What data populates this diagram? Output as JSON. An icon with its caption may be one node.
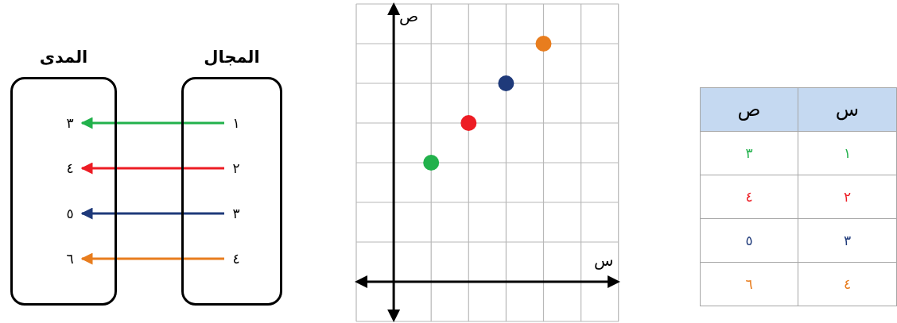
{
  "diagram": {
    "nodes": [
      {
        "text": [
          "المجال"
        ]
      },
      {
        "text": [
          "المدى"
        ]
      },
      {
        "text": [
          "١"
        ],
        "in": 0
      },
      {
        "text": [
          "٢"
        ],
        "in": 0
      },
      {
        "text": [
          "٣"
        ],
        "in": 0
      },
      {
        "text": [
          "٤"
        ],
        "in": 0
      },
      {
        "text": [
          "٣"
        ],
        "in": 1
      },
      {
        "text": [
          "٤"
        ],
        "in": 1
      },
      {
        "text": [
          "٥"
        ],
        "in": 1
      },
      {
        "text": [
          "٦"
        ],
        "in": 1
      }
    ],
    "edges": [
      {
        "from": 2,
        "to": 6,
        "arrow": "to",
        "color": "#22b14c"
      },
      {
        "from": 3,
        "to": 7,
        "arrow": "to",
        "color": "#ed1c24"
      },
      {
        "from": 4,
        "to": 8,
        "arrow": "to",
        "color": "#1f3a7a"
      },
      {
        "from": 5,
        "to": 9,
        "arrow": "to",
        "color": "#e87d1e"
      }
    ],
    "labels": [
      "ص",
      "س",
      "س",
      "ص",
      "١",
      "٣",
      "٢",
      "٤",
      "٣",
      "٥",
      "٤",
      "٦"
    ]
  }
}
